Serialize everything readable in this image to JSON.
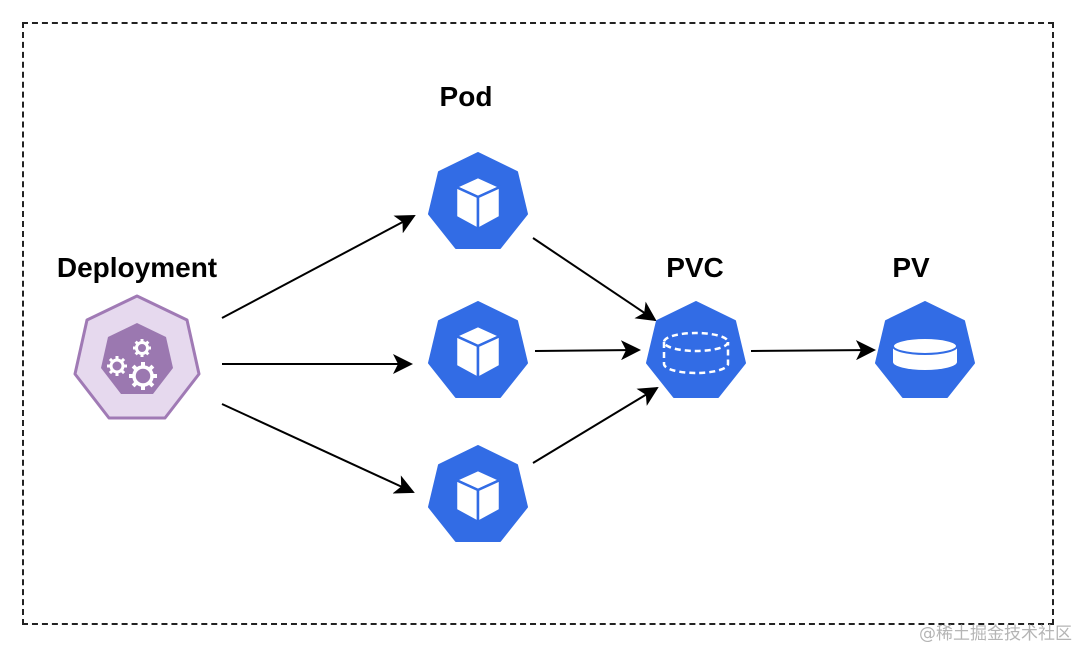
{
  "labels": {
    "deployment": "Deployment",
    "pod": "Pod",
    "pvc": "PVC",
    "pv": "PV"
  },
  "nodes": [
    {
      "id": "deployment",
      "icon": "deployment-gears-icon",
      "color": "#9b78b0"
    },
    {
      "id": "pod-1",
      "icon": "pod-cube-icon",
      "color": "#326ce5"
    },
    {
      "id": "pod-2",
      "icon": "pod-cube-icon",
      "color": "#326ce5"
    },
    {
      "id": "pod-3",
      "icon": "pod-cube-icon",
      "color": "#326ce5"
    },
    {
      "id": "pvc",
      "icon": "pvc-dashed-cylinder-icon",
      "color": "#326ce5"
    },
    {
      "id": "pv",
      "icon": "pv-cylinder-icon",
      "color": "#326ce5"
    }
  ],
  "edges": [
    {
      "from": "deployment",
      "to": "pod-1"
    },
    {
      "from": "deployment",
      "to": "pod-2"
    },
    {
      "from": "deployment",
      "to": "pod-3"
    },
    {
      "from": "pod-1",
      "to": "pvc"
    },
    {
      "from": "pod-2",
      "to": "pvc"
    },
    {
      "from": "pod-3",
      "to": "pvc"
    },
    {
      "from": "pvc",
      "to": "pv"
    }
  ],
  "watermark": "@稀土掘金技术社区"
}
